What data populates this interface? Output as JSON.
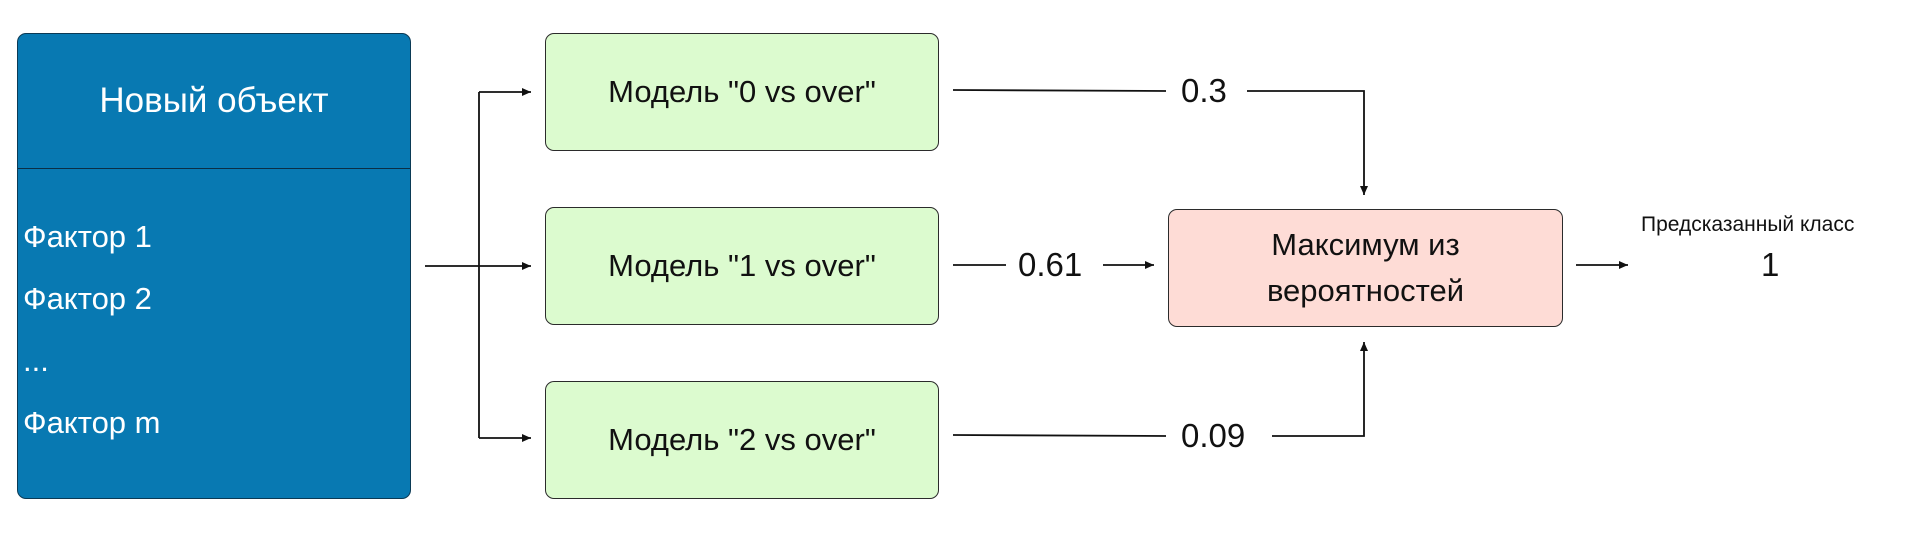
{
  "object_panel": {
    "title": "Новый объект",
    "factors": [
      "Фактор 1",
      "Фактор 2",
      "...",
      "Фактор m"
    ]
  },
  "models": [
    {
      "label": "Модель \"0 vs over\""
    },
    {
      "label": "Модель \"1 vs over\""
    },
    {
      "label": "Модель \"2 vs over\""
    }
  ],
  "probabilities": [
    "0.3",
    "0.61",
    "0.09"
  ],
  "aggregator": {
    "line1": "Максимум из",
    "line2": "вероятностей"
  },
  "result": {
    "caption": "Предсказанный класс",
    "value": "1"
  },
  "colors": {
    "object_panel": "#0879b2",
    "model_box": "#dcfbcf",
    "aggregator_box": "#fedcd6",
    "arrow": "#111111"
  }
}
